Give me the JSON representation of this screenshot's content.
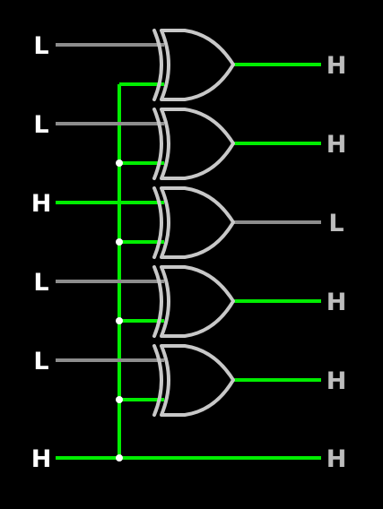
{
  "colors": {
    "background": "#000000",
    "wire_high": "#00ee00",
    "wire_low": "#8c8c8c",
    "gate_stroke": "#c8c8c8",
    "input_label": "#ffffff",
    "output_label": "#bdbdbd",
    "junction": "#ffffff"
  },
  "gate_type": "XOR",
  "gates": [
    {
      "input": "L",
      "output": "H"
    },
    {
      "input": "L",
      "output": "H"
    },
    {
      "input": "H",
      "output": "L"
    },
    {
      "input": "L",
      "output": "H"
    },
    {
      "input": "L",
      "output": "H"
    }
  ],
  "control": {
    "input": "H",
    "output": "H"
  }
}
